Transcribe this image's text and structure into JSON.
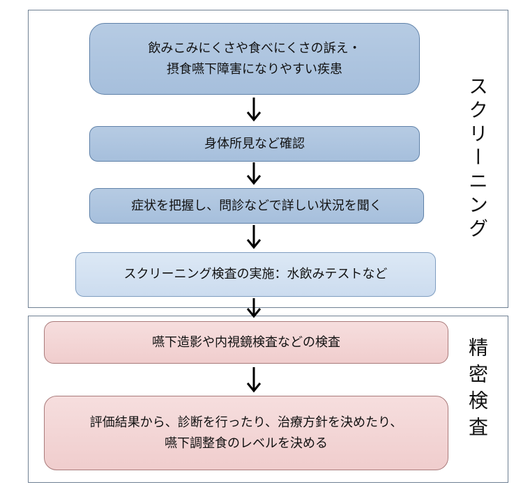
{
  "sections": {
    "screening": {
      "label": "スクリーニング",
      "steps": [
        "飲みこみにくさや食べにくさの訴え・\n摂食嚥下障害になりやすい疾患",
        "身体所見など確認",
        "症状を把握し、問診などで詳しい状況を聞く",
        "スクリーニング検査の実施：水飲みテストなど"
      ]
    },
    "detailed": {
      "label": "精密検査",
      "steps": [
        "嚥下造影や内視鏡検査などの検査",
        "評価結果から、診断を行ったり、治療方針を決めたり、\n嚥下調整食のレベルを決める"
      ]
    }
  },
  "colors": {
    "screening_box": "#aec5df",
    "screening_box_light": "#d4e2f2",
    "detailed_box": "#f3d5d5",
    "frame": "#6f8093",
    "arrow": "#000000"
  }
}
